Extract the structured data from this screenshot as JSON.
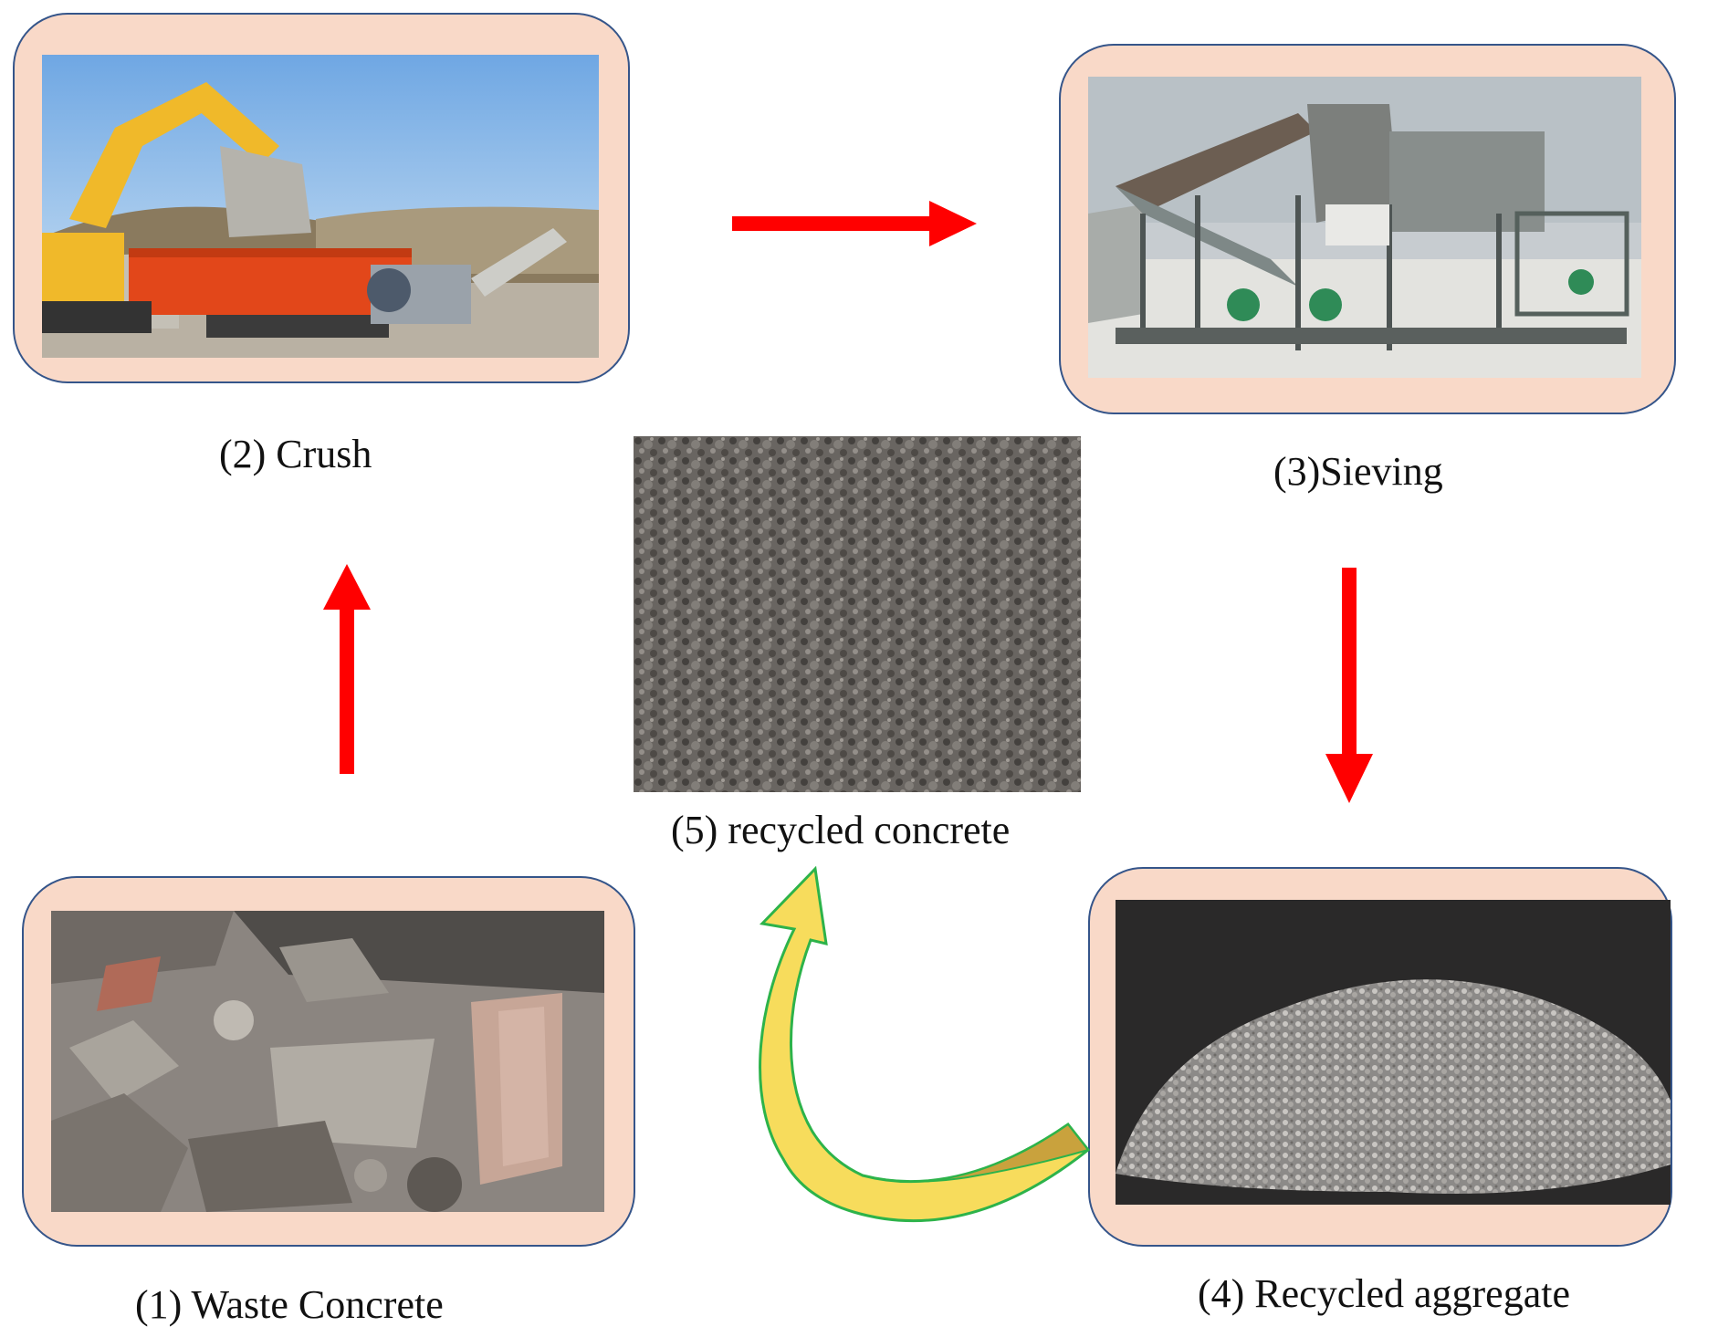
{
  "steps": {
    "step1": {
      "caption": "(1) Waste Concrete",
      "image": "rubble-photo"
    },
    "step2": {
      "caption": "(2) Crush",
      "image": "crusher-excavator-photo"
    },
    "step3": {
      "caption": "(3)Sieving",
      "image": "sieving-machine-photo"
    },
    "step4": {
      "caption": "(4) Recycled aggregate",
      "image": "aggregate-pile-photo"
    },
    "step5": {
      "caption": "(5) recycled concrete",
      "image": "recycled-concrete-texture-photo"
    }
  },
  "colors": {
    "frame_fill": "#f9d9c8",
    "frame_border": "#35558a",
    "arrow_red": "#ff0000",
    "curved_arrow_yellow": "#f7dc5c",
    "curved_arrow_outline": "#2db34a"
  },
  "arrows": [
    {
      "from": "step1",
      "to": "step2",
      "color": "red"
    },
    {
      "from": "step2",
      "to": "step3",
      "color": "red"
    },
    {
      "from": "step3",
      "to": "step4",
      "color": "red"
    },
    {
      "from": "step4",
      "to": "step5",
      "color": "yellow-curved"
    }
  ]
}
